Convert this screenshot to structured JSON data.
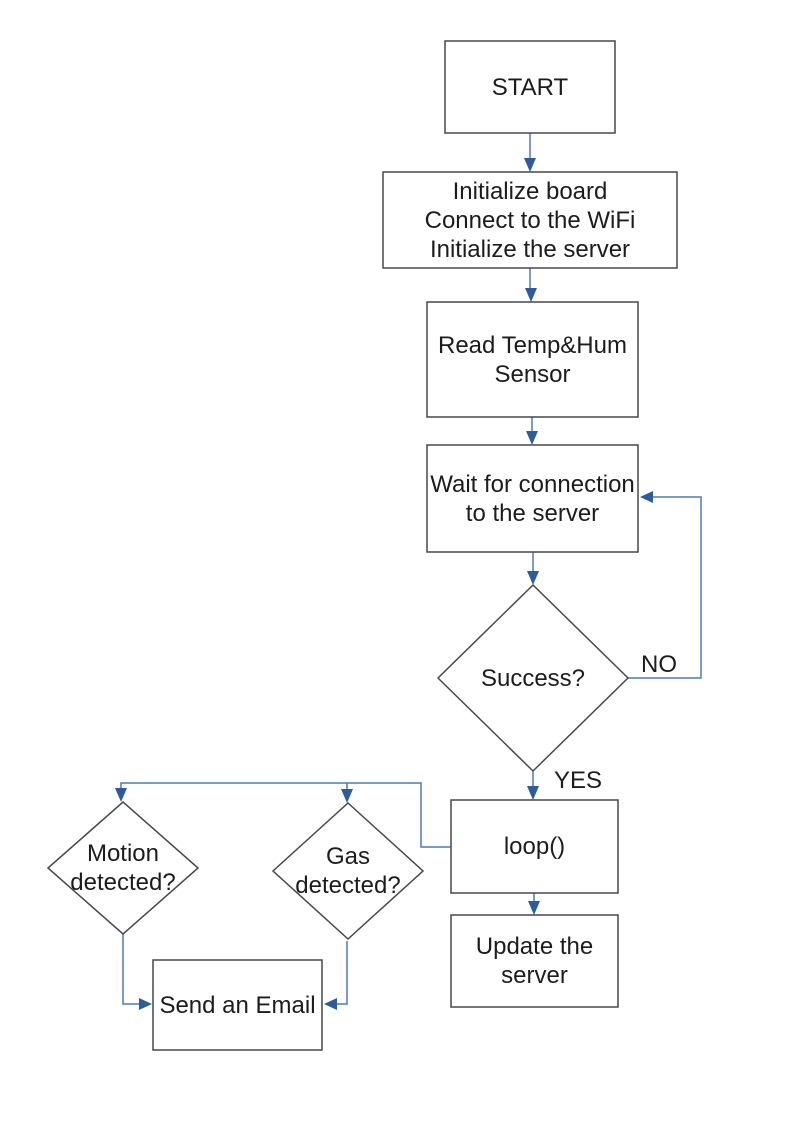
{
  "diagram": {
    "type": "flowchart",
    "colors": {
      "page_bg": "#ffffff",
      "shape_border": "#45494d",
      "connector": "#4f7ab8",
      "arrowhead": "#2d5c9e",
      "text": "#1c1c1c"
    },
    "nodes": [
      {
        "id": "start",
        "shape": "rect",
        "label": "START"
      },
      {
        "id": "init",
        "shape": "rect",
        "label": "Initialize board\nConnect to the WiFi\nInitialize the server"
      },
      {
        "id": "read_sensor",
        "shape": "rect",
        "label": "Read Temp&Hum\nSensor"
      },
      {
        "id": "wait_connection",
        "shape": "rect",
        "label": "Wait for connection\nto the server"
      },
      {
        "id": "success",
        "shape": "diamond",
        "label": "Success?"
      },
      {
        "id": "loop",
        "shape": "rect",
        "label": "loop()"
      },
      {
        "id": "update_server",
        "shape": "rect",
        "label": "Update the\nserver"
      },
      {
        "id": "motion_detected",
        "shape": "diamond",
        "label": "Motion\ndetected?"
      },
      {
        "id": "gas_detected",
        "shape": "diamond",
        "label": "Gas\ndetected?"
      },
      {
        "id": "send_email",
        "shape": "rect",
        "label": "Send an Email"
      }
    ],
    "edges": [
      {
        "from": "start",
        "to": "init",
        "label": ""
      },
      {
        "from": "init",
        "to": "read_sensor",
        "label": ""
      },
      {
        "from": "read_sensor",
        "to": "wait_connection",
        "label": ""
      },
      {
        "from": "wait_connection",
        "to": "success",
        "label": ""
      },
      {
        "from": "success",
        "to": "loop",
        "label": "YES"
      },
      {
        "from": "success",
        "to": "wait_connection",
        "label": "NO"
      },
      {
        "from": "loop",
        "to": "update_server",
        "label": ""
      },
      {
        "from": "loop",
        "to": "motion_detected",
        "label": ""
      },
      {
        "from": "loop",
        "to": "gas_detected",
        "label": ""
      },
      {
        "from": "motion_detected",
        "to": "send_email",
        "label": ""
      },
      {
        "from": "gas_detected",
        "to": "send_email",
        "label": ""
      }
    ]
  }
}
